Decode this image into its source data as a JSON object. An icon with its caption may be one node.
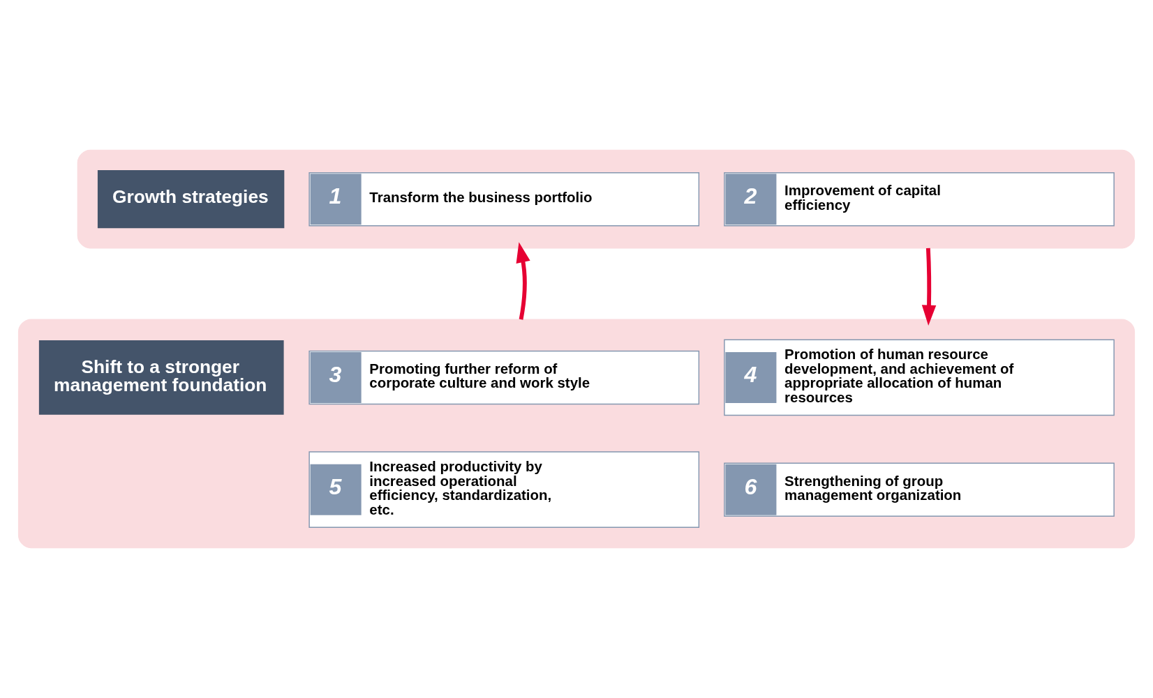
{
  "diagram": {
    "nodes": [
      {
        "text": [],
        "shape": "box"
      },
      {
        "text": [
          "Growth strategies"
        ],
        "in": 0
      },
      {
        "text": [
          "1",
          "Transform the business portfolio"
        ],
        "in": 0
      },
      {
        "text": [
          "2",
          "Improvement of capital efficiency"
        ],
        "in": 0
      },
      {
        "text": [],
        "shape": "box"
      },
      {
        "text": [
          "Shift to a stronger management foundation"
        ],
        "in": 4
      },
      {
        "text": [
          "3",
          "Promoting further reform of corporate culture and work style"
        ],
        "in": 4
      },
      {
        "text": [
          "4",
          "Promotion of human resource development, and achievement of appropriate allocation of human resources"
        ],
        "in": 4
      },
      {
        "text": [
          "5",
          "Increased productivity by increased operational efficiency, standardization, etc."
        ],
        "in": 4
      },
      {
        "text": [
          "6",
          "Strengthening of group management organization"
        ],
        "in": 4
      }
    ],
    "edges": [
      {
        "from": 0,
        "to": 4,
        "arrow": "to",
        "color": "#e60033"
      },
      {
        "from": 4,
        "to": 0,
        "arrow": "to",
        "color": "#e60033"
      }
    ]
  }
}
